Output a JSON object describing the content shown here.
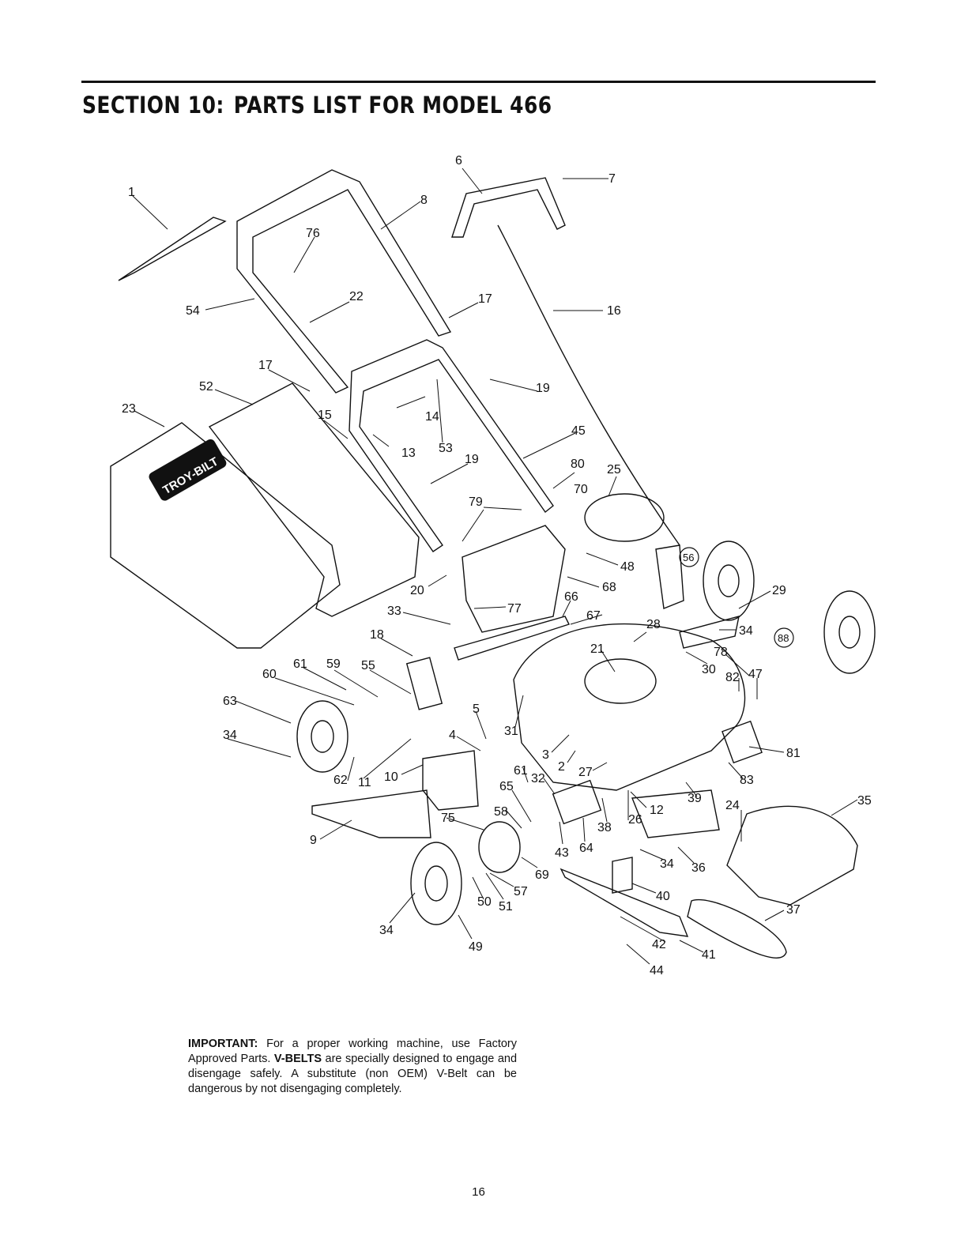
{
  "header": {
    "section": "SECTION 10:",
    "title": "PARTS LIST FOR MODEL 466"
  },
  "diagram": {
    "brand_logo_text": "TROY-BILT",
    "callouts": [
      "1",
      "6",
      "7",
      "8",
      "76",
      "54",
      "22",
      "17",
      "16",
      "17",
      "52",
      "23",
      "15",
      "14",
      "19",
      "13",
      "53",
      "45",
      "19",
      "25",
      "80",
      "70",
      "79",
      "56",
      "48",
      "68",
      "20",
      "66",
      "29",
      "33",
      "77",
      "67",
      "28",
      "34",
      "88",
      "18",
      "21",
      "78",
      "30",
      "82",
      "47",
      "60",
      "61",
      "59",
      "55",
      "5",
      "31",
      "63",
      "4",
      "3",
      "34",
      "81",
      "2",
      "27",
      "61",
      "32",
      "62",
      "11",
      "10",
      "65",
      "83",
      "39",
      "24",
      "35",
      "58",
      "12",
      "26",
      "75",
      "38",
      "9",
      "43",
      "64",
      "34",
      "36",
      "69",
      "57",
      "50",
      "51",
      "40",
      "37",
      "34",
      "42",
      "41",
      "49",
      "44"
    ],
    "circled_callouts": [
      "56",
      "88"
    ]
  },
  "note": {
    "important_label": "IMPORTANT:",
    "important_text": " For a proper working machine, use Factory Approved Parts. ",
    "vbelts_label": "V-BELTS",
    "vbelts_text": " are specially designed to engage and disengage safely. A substitute (non OEM) V-Belt can be dangerous by not disengaging completely."
  },
  "footer": {
    "page_number": "16"
  }
}
